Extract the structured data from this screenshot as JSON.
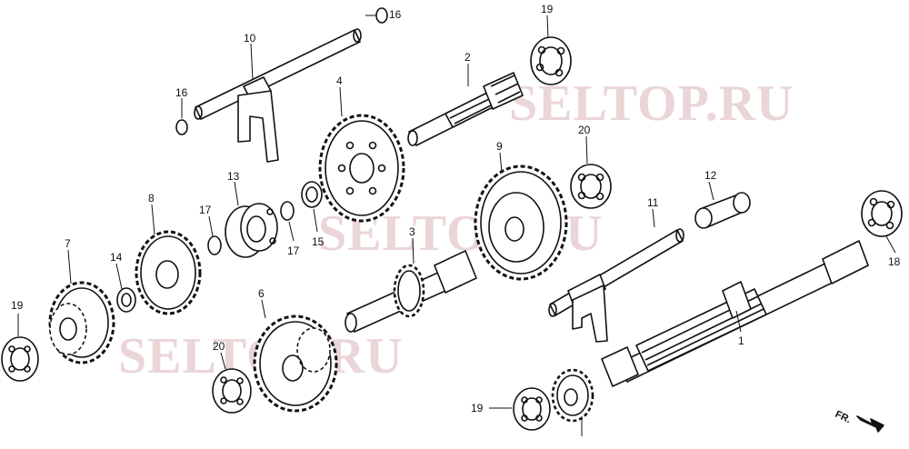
{
  "watermarks": [
    "SELTOP.RU",
    "SELTOP.RU",
    "SELTOP.RU"
  ],
  "orientation_label": "FR.",
  "callouts": {
    "c1": "1",
    "c2": "2",
    "c3": "3",
    "c4": "4",
    "c6": "6",
    "c7": "7",
    "c8": "8",
    "c9": "9",
    "c10": "10",
    "c11": "11",
    "c12": "12",
    "c13": "13",
    "c14": "14",
    "c15": "15",
    "c16a": "16",
    "c16b": "16",
    "c17a": "17",
    "c17b": "17",
    "c18": "18",
    "c19a": "19",
    "c19b": "19",
    "c19c": "19",
    "c20a": "20",
    "c20b": "20"
  },
  "colors": {
    "line": "#111111",
    "watermark": "#d9b3b8",
    "background": "#ffffff"
  }
}
